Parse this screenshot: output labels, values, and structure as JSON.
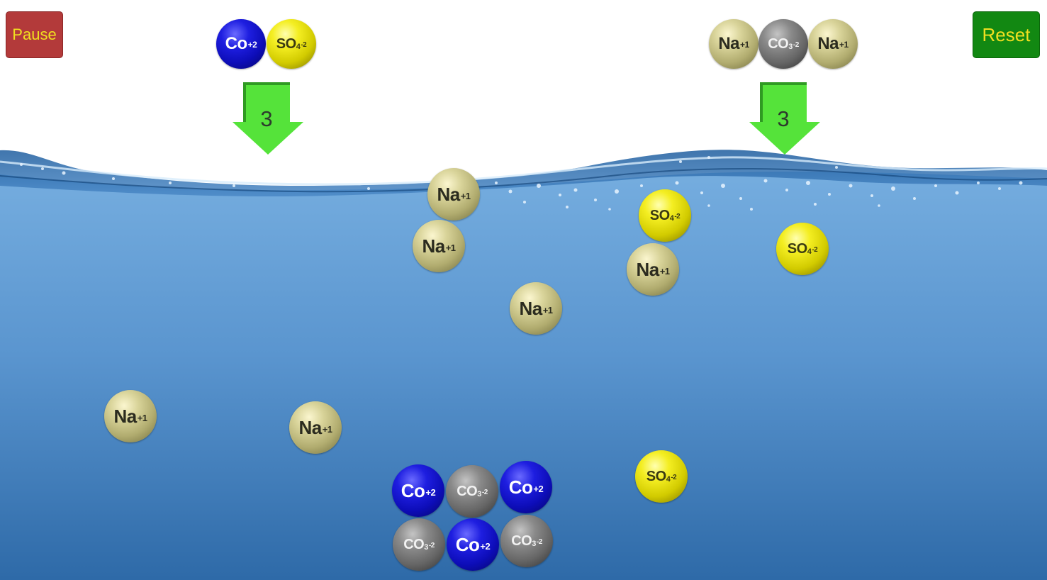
{
  "colors": {
    "pause_bg": "#b33a3a",
    "pause_text": "#f0e020",
    "reset_bg": "#128812",
    "reset_text": "#f0e020",
    "arrow_green": "#55e33a",
    "water_top": "#6fa9dc",
    "water_bottom": "#2f6fb0"
  },
  "controls": {
    "pause_label": "Pause",
    "reset_label": "Reset"
  },
  "dispensers": [
    {
      "name": "cobalt-sulfate",
      "count": "3",
      "ions": [
        {
          "type": "co",
          "symbol": "Co",
          "subscript": "",
          "charge": "+2"
        },
        {
          "type": "so4",
          "symbol": "SO",
          "subscript": "4",
          "charge": "-2"
        }
      ]
    },
    {
      "name": "sodium-carbonate",
      "count": "3",
      "ions": [
        {
          "type": "na",
          "symbol": "Na",
          "subscript": "",
          "charge": "+1"
        },
        {
          "type": "co3",
          "symbol": "CO",
          "subscript": "3",
          "charge": "-2"
        },
        {
          "type": "na",
          "symbol": "Na",
          "subscript": "",
          "charge": "+1"
        }
      ]
    }
  ],
  "solution_ions": [
    {
      "type": "na",
      "symbol": "Na",
      "subscript": "",
      "charge": "+1"
    },
    {
      "type": "na",
      "symbol": "Na",
      "subscript": "",
      "charge": "+1"
    },
    {
      "type": "na",
      "symbol": "Na",
      "subscript": "",
      "charge": "+1"
    },
    {
      "type": "na",
      "symbol": "Na",
      "subscript": "",
      "charge": "+1"
    },
    {
      "type": "na",
      "symbol": "Na",
      "subscript": "",
      "charge": "+1"
    },
    {
      "type": "na",
      "symbol": "Na",
      "subscript": "",
      "charge": "+1"
    },
    {
      "type": "so4",
      "symbol": "SO",
      "subscript": "4",
      "charge": "-2"
    },
    {
      "type": "so4",
      "symbol": "SO",
      "subscript": "4",
      "charge": "-2"
    },
    {
      "type": "so4",
      "symbol": "SO",
      "subscript": "4",
      "charge": "-2"
    }
  ],
  "precipitate": [
    {
      "type": "co",
      "symbol": "Co",
      "subscript": "",
      "charge": "+2"
    },
    {
      "type": "co3",
      "symbol": "CO",
      "subscript": "3",
      "charge": "-2"
    },
    {
      "type": "co",
      "symbol": "Co",
      "subscript": "",
      "charge": "+2"
    },
    {
      "type": "co3",
      "symbol": "CO",
      "subscript": "3",
      "charge": "-2"
    },
    {
      "type": "co",
      "symbol": "Co",
      "subscript": "",
      "charge": "+2"
    },
    {
      "type": "co3",
      "symbol": "CO",
      "subscript": "3",
      "charge": "-2"
    }
  ]
}
